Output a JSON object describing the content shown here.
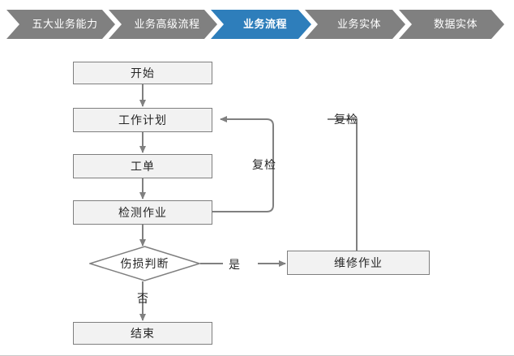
{
  "breadcrumb": {
    "active_color": "#2e7ebb",
    "inactive_color": "#808080",
    "items": [
      {
        "label": "五大业务能力",
        "active": false
      },
      {
        "label": "业务高级流程",
        "active": false
      },
      {
        "label": "业务流程",
        "active": true
      },
      {
        "label": "业务实体",
        "active": false
      },
      {
        "label": "数据实体",
        "active": false
      }
    ]
  },
  "flowchart": {
    "node_fill": "#f2f2f2",
    "node_border": "#7f7f7f",
    "connector_color": "#808080",
    "nodes": {
      "start": "开始",
      "work_plan": "工作计划",
      "work_order": "工单",
      "inspection_task": "检测作业",
      "damage_decision": "伤损判断",
      "repair_task": "维修作业",
      "end": "结束"
    },
    "edge_labels": {
      "yes": "是",
      "no": "否",
      "recheck_inner": "复检",
      "recheck_outer": "复检"
    }
  }
}
